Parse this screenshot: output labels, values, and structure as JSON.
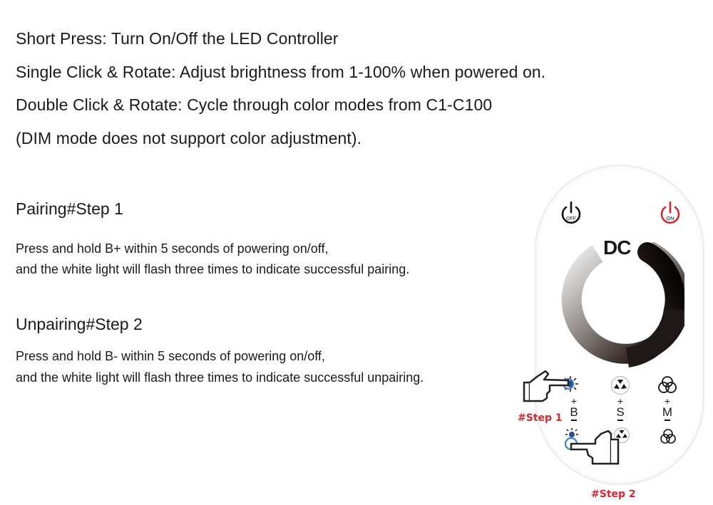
{
  "instructions": {
    "lines": [
      "Short Press: Turn On/Off the LED Controller",
      "Single Click & Rotate: Adjust brightness from 1-100% when powered on.",
      "Double Click & Rotate: Cycle through color modes from C1-C100",
      "(DIM mode does not support color adjustment)."
    ]
  },
  "pairing": {
    "title": "Pairing#Step 1",
    "text": [
      "Press and hold B+ within 5 seconds of powering on/off,",
      "and the white light will flash three times to indicate successful pairing."
    ]
  },
  "unpairing": {
    "title": "Unpairing#Step 2",
    "text": [
      "Press and hold B- within 5 seconds of powering on/off,",
      "and the white light will flash three times to indicate successful unpairing."
    ]
  },
  "remote": {
    "off_label": "OFF",
    "on_label": "ON",
    "brand": "DC",
    "buttons": [
      {
        "letter": "B",
        "plus": "+",
        "icon": "brightness-icon"
      },
      {
        "letter": "S",
        "plus": "+",
        "icon": "speed-icon"
      },
      {
        "letter": "M",
        "plus": "+",
        "icon": "mode-icon"
      }
    ],
    "step1_label": "#Step 1",
    "step2_label": "#Step 2"
  },
  "colors": {
    "text": "#1a1a1a",
    "on_red": "#d6262e",
    "step_red": "#d6262e",
    "press_blue": "#3b7fd4"
  }
}
